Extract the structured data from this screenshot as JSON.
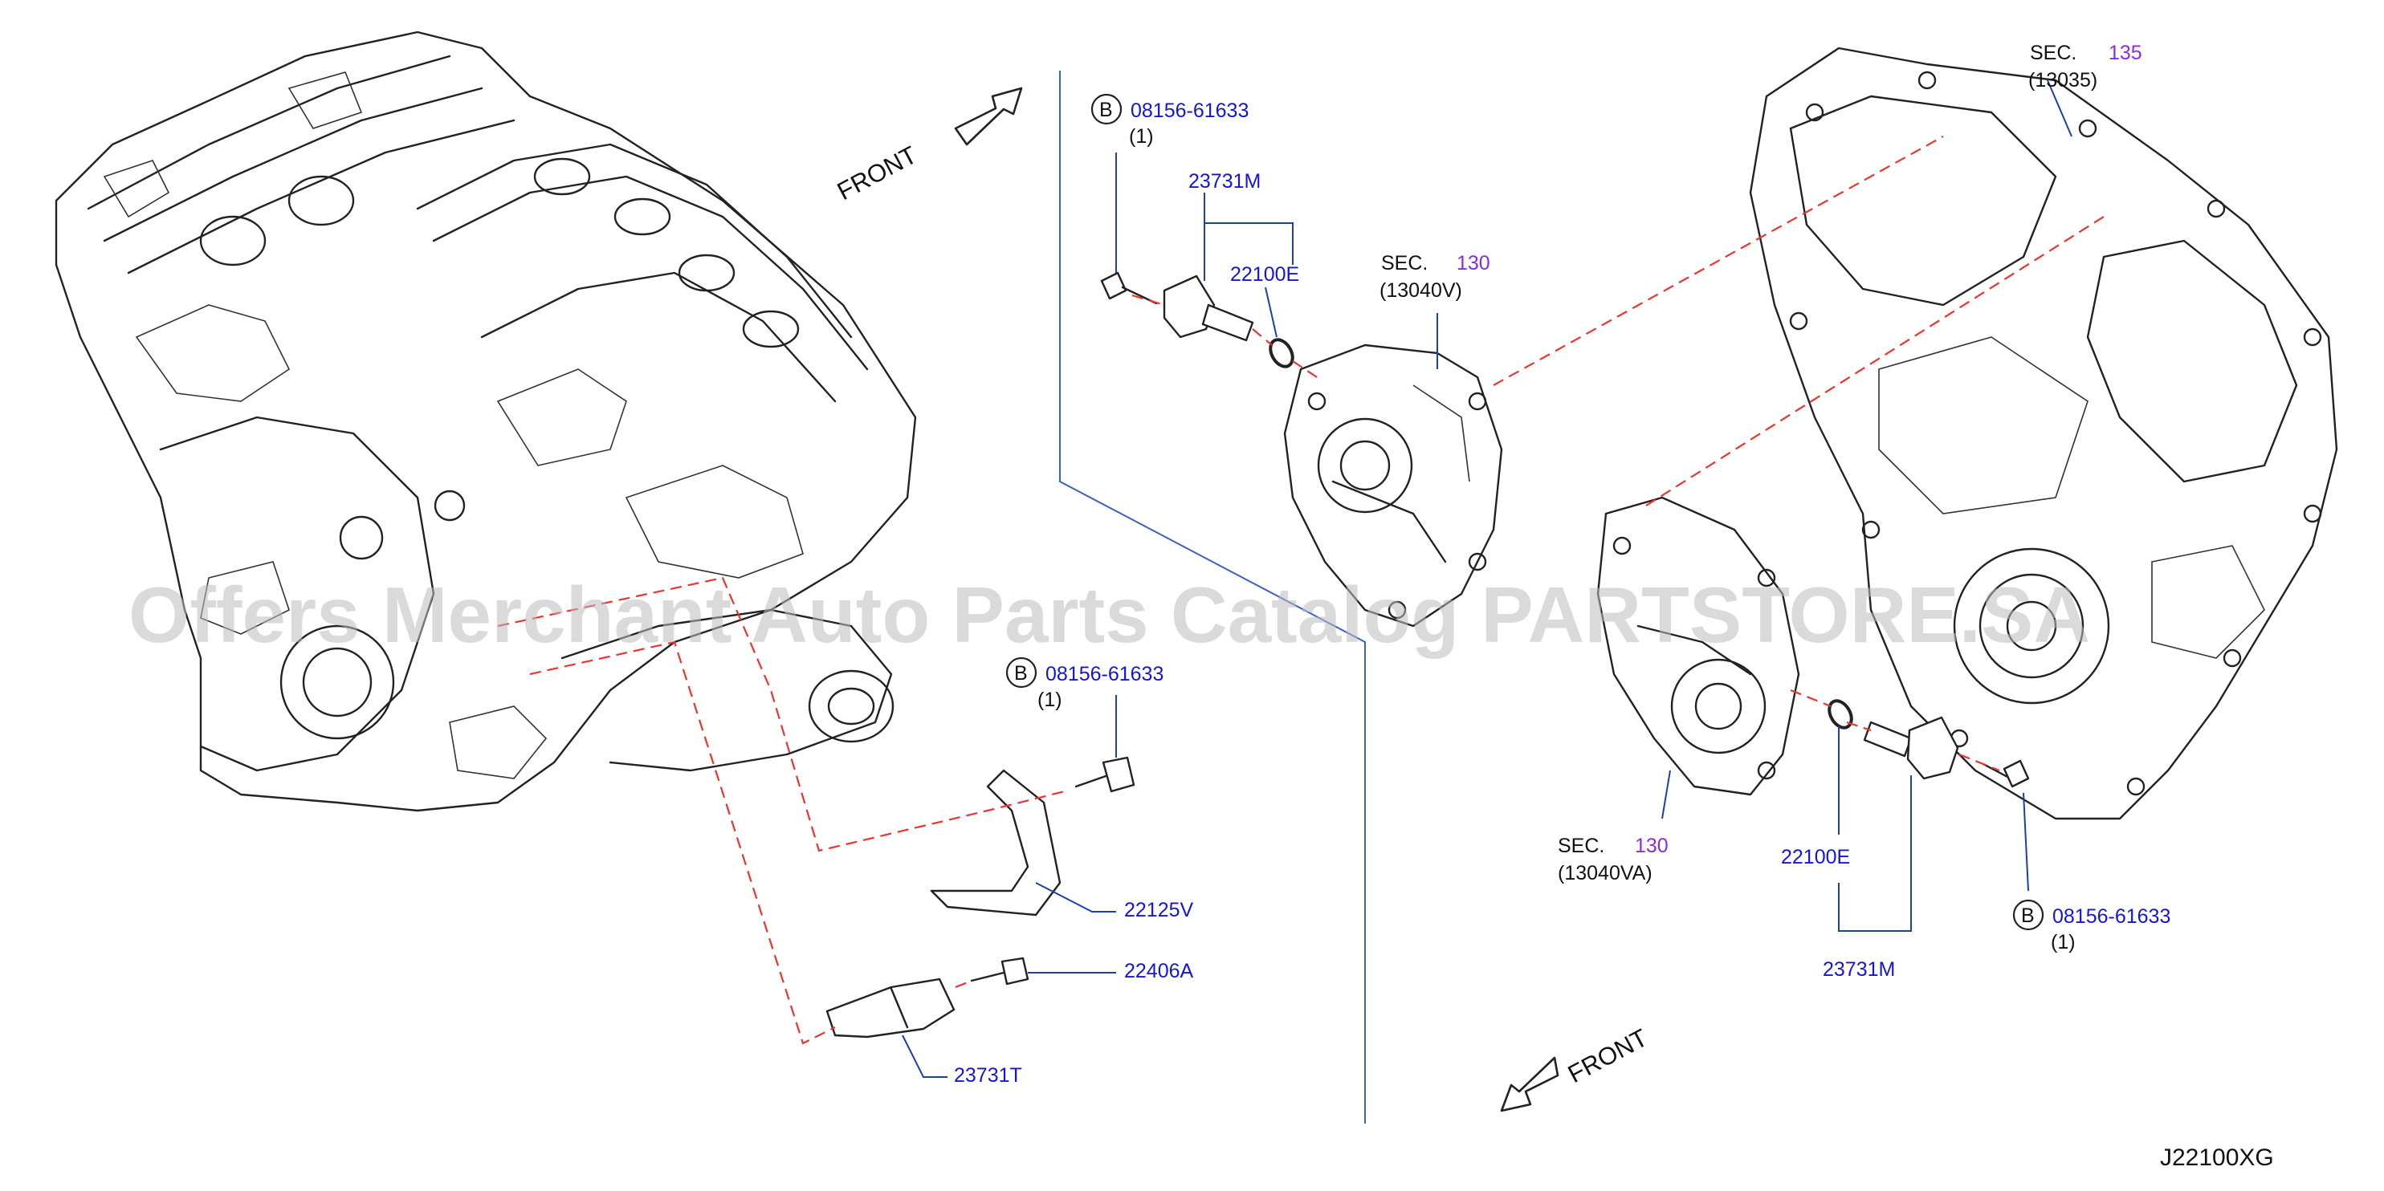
{
  "front_label_top": "FRONT",
  "front_label_bottom": "FRONT",
  "watermark": "Offers Merchant Auto Parts Catalog PARTSTORE.SA",
  "diagram_code": "J22100XG",
  "callouts": {
    "bolt_top": {
      "badge": "B",
      "part": "08156-61633",
      "qty": "(1)"
    },
    "bolt_middle": {
      "badge": "B",
      "part": "08156-61633",
      "qty": "(1)"
    },
    "bolt_right": {
      "badge": "B",
      "part": "08156-61633",
      "qty": "(1)"
    },
    "sensor_top": "23731M",
    "oring_top": "22100E",
    "bracket": "22125V",
    "bolt_22406": "22406A",
    "crank_sensor": "23731T",
    "oring_right": "22100E",
    "sensor_right": "23731M"
  },
  "sections": {
    "sec_130_top": {
      "prefix": "SEC.",
      "number": "130",
      "code": "(13040V)"
    },
    "sec_130_bottom": {
      "prefix": "SEC.",
      "number": "130",
      "code": "(13040VA)"
    },
    "sec_135": {
      "prefix": "SEC.",
      "number": "135",
      "code": "(13035)"
    }
  }
}
